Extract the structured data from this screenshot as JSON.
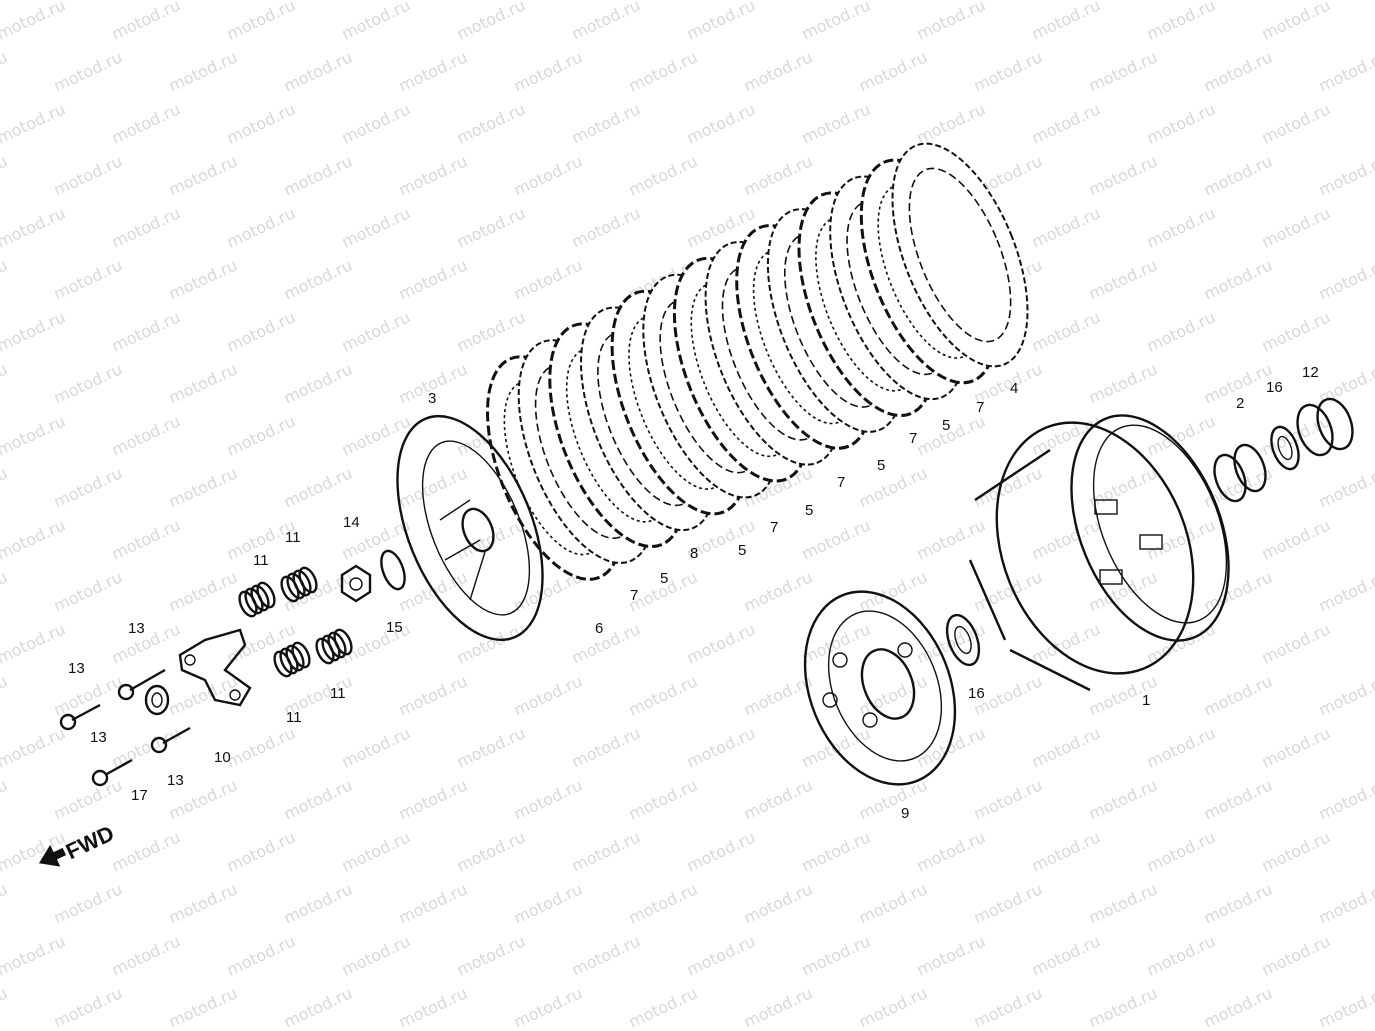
{
  "watermark": "motod.ru",
  "fwd_label": "FWD",
  "callouts": [
    {
      "id": "c1",
      "text": "1"
    },
    {
      "id": "c2",
      "text": "2"
    },
    {
      "id": "c3",
      "text": "3"
    },
    {
      "id": "c4",
      "text": "4"
    },
    {
      "id": "c5a",
      "text": "5"
    },
    {
      "id": "c5b",
      "text": "5"
    },
    {
      "id": "c5c",
      "text": "5"
    },
    {
      "id": "c5d",
      "text": "5"
    },
    {
      "id": "c5e",
      "text": "5"
    },
    {
      "id": "c6",
      "text": "6"
    },
    {
      "id": "c7a",
      "text": "7"
    },
    {
      "id": "c7b",
      "text": "7"
    },
    {
      "id": "c7c",
      "text": "7"
    },
    {
      "id": "c7d",
      "text": "7"
    },
    {
      "id": "c7e",
      "text": "7"
    },
    {
      "id": "c8",
      "text": "8"
    },
    {
      "id": "c9",
      "text": "9"
    },
    {
      "id": "c10",
      "text": "10"
    },
    {
      "id": "c11a",
      "text": "11"
    },
    {
      "id": "c11b",
      "text": "11"
    },
    {
      "id": "c11c",
      "text": "11"
    },
    {
      "id": "c11d",
      "text": "11"
    },
    {
      "id": "c12",
      "text": "12"
    },
    {
      "id": "c13a",
      "text": "13"
    },
    {
      "id": "c13b",
      "text": "13"
    },
    {
      "id": "c13c",
      "text": "13"
    },
    {
      "id": "c13d",
      "text": "13"
    },
    {
      "id": "c14",
      "text": "14"
    },
    {
      "id": "c15",
      "text": "15"
    },
    {
      "id": "c16a",
      "text": "16"
    },
    {
      "id": "c16b",
      "text": "16"
    },
    {
      "id": "c17",
      "text": "17"
    }
  ]
}
